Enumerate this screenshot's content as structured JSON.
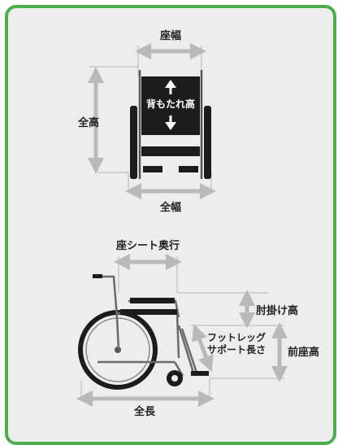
{
  "labels": {
    "seat_width": "座幅",
    "back_height": "背もたれ高",
    "overall_height": "全高",
    "overall_width": "全幅",
    "seat_depth": "座シート奥行",
    "armrest_height": "肘掛け高",
    "footrest_line1": "フットレッグ",
    "footrest_line2": "サポート長さ",
    "front_seat_height": "前座高",
    "overall_length": "全長"
  },
  "colors": {
    "frame_border": "#4cae4c",
    "panel": "#ededed",
    "arrow": "#b9b9b9",
    "chair_dark": "#1c1c1c",
    "chair_line": "#6a6a6a"
  }
}
